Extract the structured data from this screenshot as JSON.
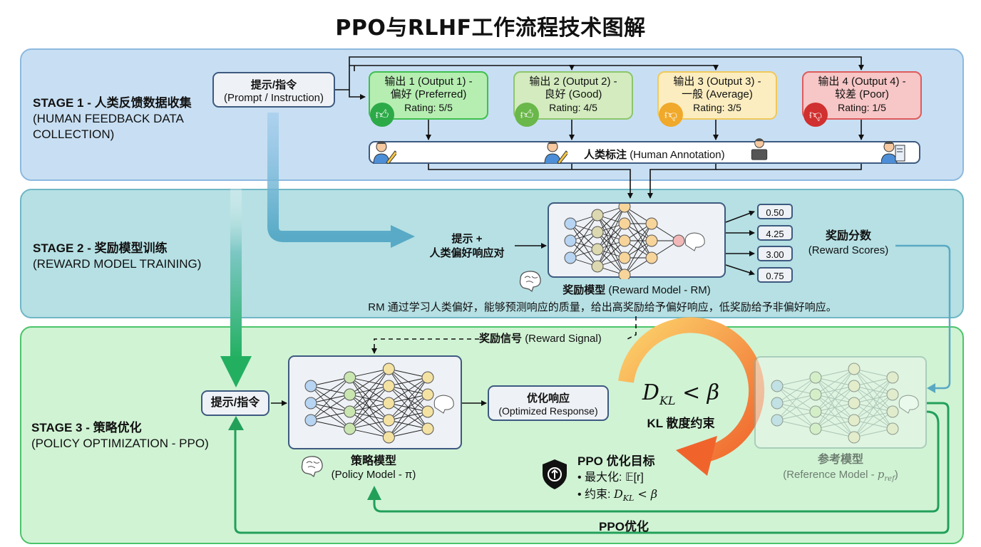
{
  "title": "PPO与RLHF工作流程技术图解",
  "stage1": {
    "label_bold": "STAGE 1 - 人类反馈数据收集",
    "label_line2": "(HUMAN FEEDBACK DATA",
    "label_line3": "COLLECTION)",
    "prompt_zh": "提示/指令",
    "prompt_en": "(Prompt / Instruction)",
    "outputs": [
      {
        "line1": "输出 1 (Output 1) -",
        "line2": "偏好 (Preferred)",
        "rating": "Rating: 5/5",
        "icon": "thumbs-up-icon",
        "bg": "#b6eeb2",
        "border": "#3fbf4f",
        "badge": "#2daa48"
      },
      {
        "line1": "输出 2 (Output 2) -",
        "line2": "良好 (Good)",
        "rating": "Rating: 4/5",
        "icon": "thumbs-up-icon",
        "bg": "#d3ebbf",
        "border": "#8cc66b",
        "badge": "#6ab74a"
      },
      {
        "line1": "输出 3 (Output 3) -",
        "line2": "一般 (Average)",
        "rating": "Rating: 3/5",
        "icon": "thumbs-down-icon",
        "bg": "#fbedc0",
        "border": "#f0c95c",
        "badge": "#f0a92a"
      },
      {
        "line1": "输出 4 (Output 4) -",
        "line2": "较差 (Poor)",
        "rating": "Rating: 1/5",
        "icon": "thumbs-down-icon",
        "bg": "#f7c6c6",
        "border": "#de5b5b",
        "badge": "#d0302f"
      }
    ],
    "annotation_zh": "人类标注",
    "annotation_en": "(Human Annotation)"
  },
  "stage2": {
    "label_bold": "STAGE 2 - 奖励模型训练",
    "label_line2": "(REWARD MODEL TRAINING)",
    "input_line1": "提示 +",
    "input_line2": "人类偏好响应对",
    "model_zh": "奖励模型",
    "model_en": "(Reward Model - RM)",
    "scores": [
      "0.50",
      "4.25",
      "3.00",
      "0.75"
    ],
    "scores_label_zh": "奖励分数",
    "scores_label_en": "(Reward Scores)",
    "description": "RM 通过学习人类偏好，能够预测响应的质量，给出高奖励给予偏好响应，低奖励给予非偏好响应。"
  },
  "stage3": {
    "label_bold": "STAGE 3 - 策略优化",
    "label_line2": "(POLICY OPTIMIZATION - PPO)",
    "prompt_zh": "提示/指令",
    "reward_signal_zh": "奖励信号",
    "reward_signal_en": "(Reward Signal)",
    "policy_zh": "策略模型",
    "policy_en": "(Policy Model - π)",
    "response_zh": "优化响应",
    "response_en": "(Optimized Response)",
    "kl_formula": "D",
    "kl_sub": "KL",
    "kl_rest": " < β",
    "kl_label": "KL 散度约束",
    "objective_title": "PPO 优化目标",
    "objective_item1": "• 最大化: 𝔼[r]",
    "objective_item2_prefix": "• 约束: ",
    "reference_zh": "参考模型",
    "reference_en_prefix": "(Reference Model - ",
    "reference_en_var": "p",
    "reference_en_sub": "ref",
    "reference_en_suffix": ")",
    "loop_label": "PPO优化"
  },
  "colors": {
    "stage1_bg": "#c8dff3",
    "stage2_bg": "#b6e0e4",
    "stage3_bg": "#d0f3d4",
    "flow_blue": "#5aa9cf",
    "flow_green": "#22b060",
    "kl_arrow_start": "#fcd36b",
    "kl_arrow_end": "#f0642c"
  }
}
